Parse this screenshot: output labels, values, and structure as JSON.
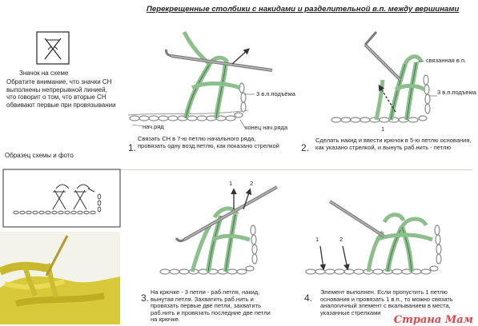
{
  "title": "Перекрещенные столбики с накидами и разделительной в.п. между вершинами",
  "legend": {
    "symbol_label": "Значок на схеме",
    "note": "Обратите внимание, что значки СН выполнены непрерывной линией, что говорит о том, что вторые СН обвивают первые при провязывании",
    "sample_label": "Образец схемы и фото"
  },
  "step1": {
    "number": "1.",
    "label_3vp": "3 в.п.подъёма",
    "label_nach_ryad": "нач.ряд",
    "label_konec": "конец нач.ряда",
    "caption": "Связать СН в 7-ю петлю начального ряда, провязать одну возд.петлю, как показано стрелкой"
  },
  "step2": {
    "number": "2.",
    "label_svyaz": "связанная в.п.",
    "label_3vp": "3 в.п.подъема",
    "arrow_num": "1",
    "caption": "Сделать накид и ввести крючок в 5-ю петлю основания, как указано стрелкой, и вынуть раб.нить - петлю"
  },
  "step3": {
    "number": "3.",
    "arrow_nums": [
      "1",
      "2"
    ],
    "caption": "На крючке - 3 петли - раб.петля, накид, вынутая петля. Захватить раб.нить и провязать первые две петли, захватить раб.нить и провязать последние две петли на крючке."
  },
  "step4": {
    "number": "4.",
    "arrow_nums": [
      "1",
      "2"
    ],
    "caption": "Элемент выполнен. Если пропустить 1 петлю основания и провязать 1 в.п., то можно связать аналогичный элемент с вкалыванием в места, указанные стрелками"
  },
  "watermark": "Страна Мам",
  "colors": {
    "yarn": "#8cbf8c",
    "yarn_dark": "#3f7d4a",
    "hook": "#7a7a7a",
    "chain": "#b9b9b9",
    "photo_yarn": "#d8c93a",
    "watermark": "#e0454b"
  }
}
